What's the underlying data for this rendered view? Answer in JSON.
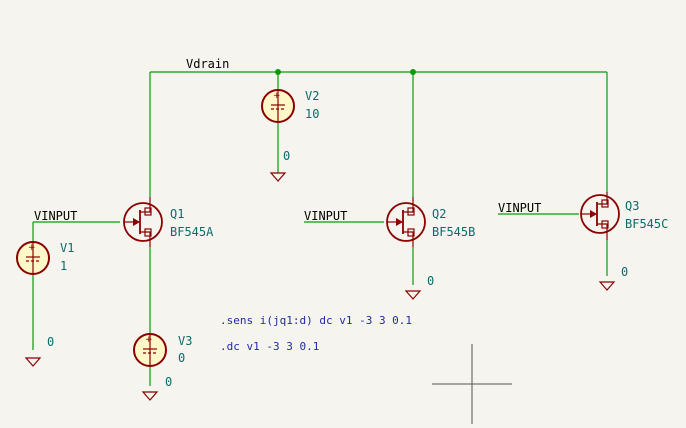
{
  "nets": {
    "vdrain": "Vdrain",
    "vinput_q1": "VINPUT",
    "vinput_q2": "VINPUT",
    "vinput_q3": "VINPUT"
  },
  "components": {
    "v1": {
      "ref": "V1",
      "value": "1"
    },
    "v2": {
      "ref": "V2",
      "value": "10"
    },
    "v3": {
      "ref": "V3",
      "value": "0"
    },
    "q1": {
      "ref": "Q1",
      "value": "BF545A"
    },
    "q2": {
      "ref": "Q2",
      "value": "BF545B"
    },
    "q3": {
      "ref": "Q3",
      "value": "BF545C"
    }
  },
  "grounds": {
    "v1": "0",
    "v2": "0",
    "v3": "0",
    "q2": "0",
    "q3": "0"
  },
  "directives": {
    "sens": ".sens i(jq1:d) dc v1 -3 3 0.1",
    "dc": ".dc v1 -3 3 0.1"
  }
}
